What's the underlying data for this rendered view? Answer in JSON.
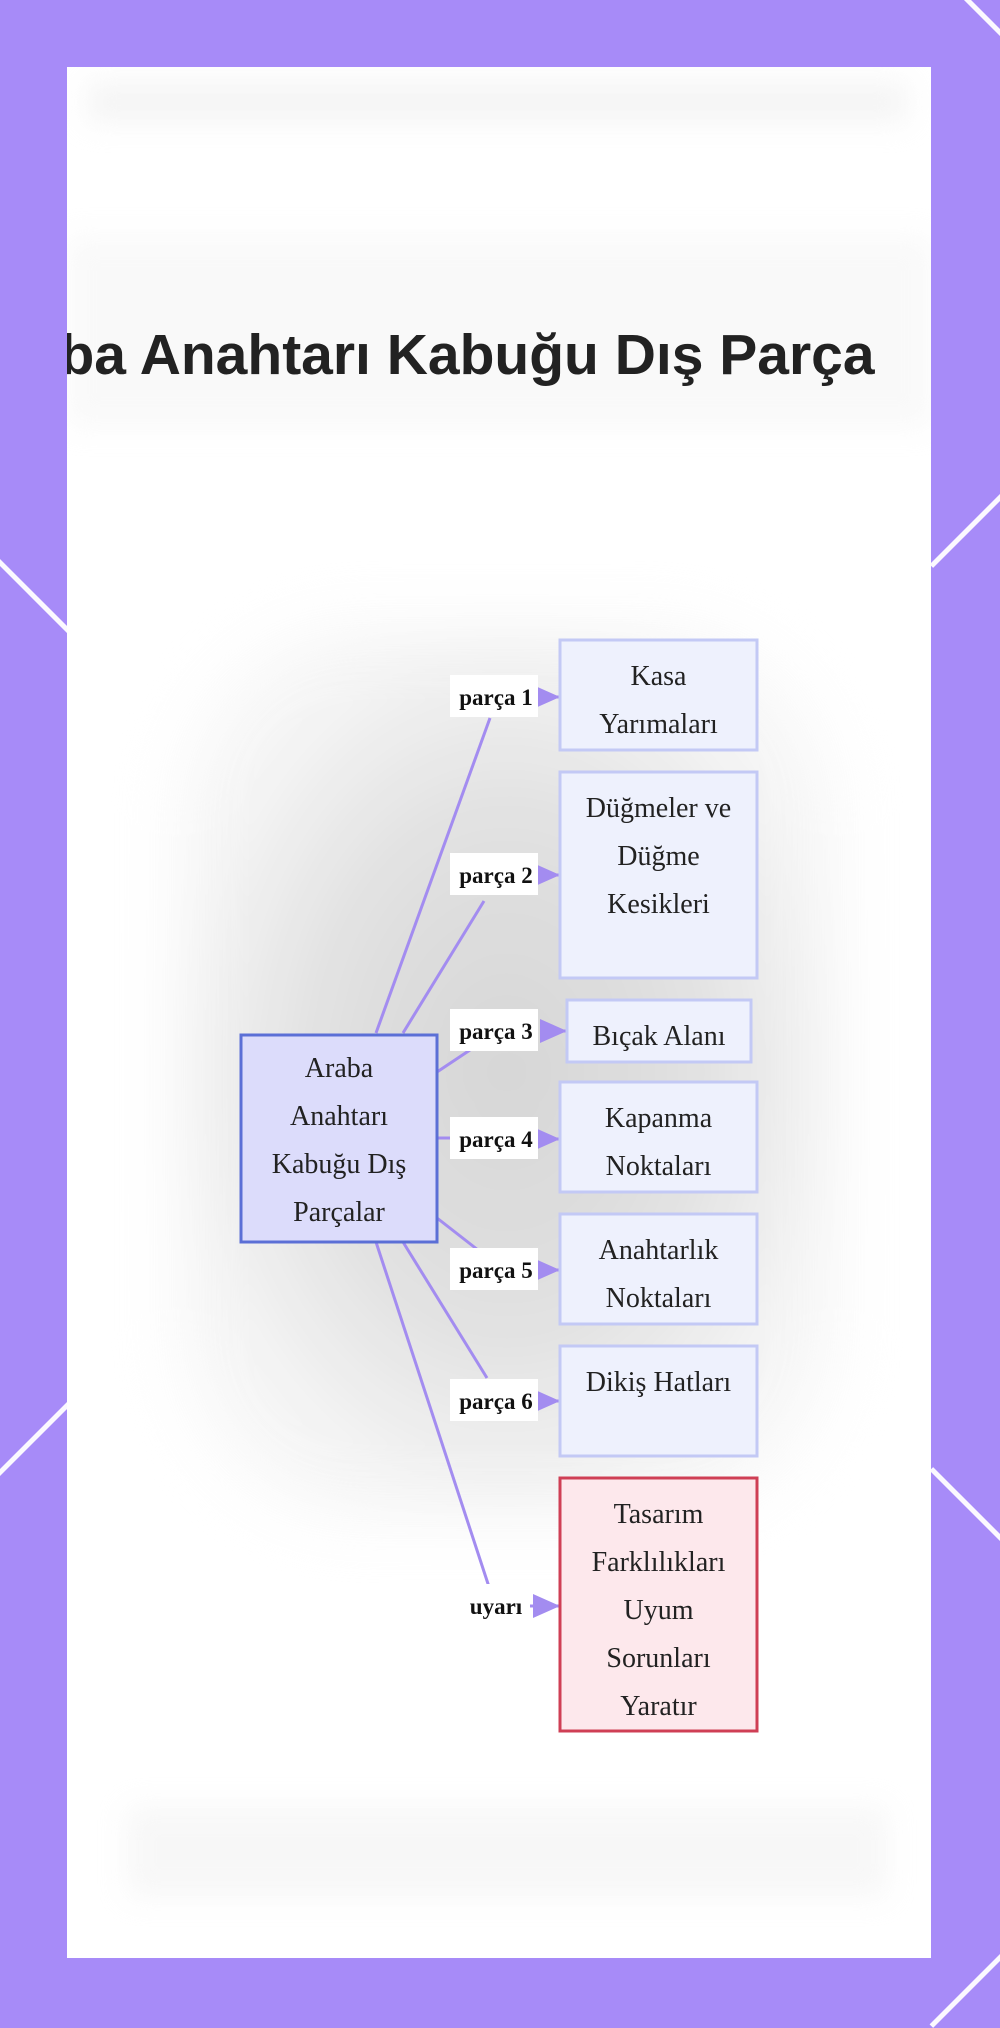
{
  "title": "ba Anahtarı Kabuğu Dış Parça",
  "root": {
    "lines": [
      "Araba",
      "Anahtarı",
      "Kabuğu Dış",
      "Parçalar"
    ],
    "fill": "#dcdcfb",
    "stroke": "#5b6fd6"
  },
  "branches": [
    {
      "edge": "parça 1",
      "lines": [
        "Kasa",
        "Yarımaları"
      ]
    },
    {
      "edge": "parça 2",
      "lines": [
        "Düğmeler ve",
        "Düğme",
        "Kesikleri"
      ]
    },
    {
      "edge": "parça 3",
      "lines": [
        "Bıçak Alanı"
      ]
    },
    {
      "edge": "parça 4",
      "lines": [
        "Kapanma",
        "Noktaları"
      ]
    },
    {
      "edge": "parça 5",
      "lines": [
        "Anahtarlık",
        "Noktaları"
      ]
    },
    {
      "edge": "parça 6",
      "lines": [
        "Dikiş Hatları"
      ]
    },
    {
      "edge": "uyarı",
      "lines": [
        "Tasarım",
        "Farklılıkları",
        "Uyum",
        "Sorunları",
        "Yaratır"
      ],
      "warning": true
    }
  ],
  "colors": {
    "page_bg": "#a78bf8",
    "card_bg": "#ffffff",
    "connector": "#a38cf0",
    "node_fill": "#eef1fd",
    "node_stroke": "#c3c9f5",
    "warn_fill": "#fde8ec",
    "warn_stroke": "#cf3f55",
    "text": "#222222"
  }
}
